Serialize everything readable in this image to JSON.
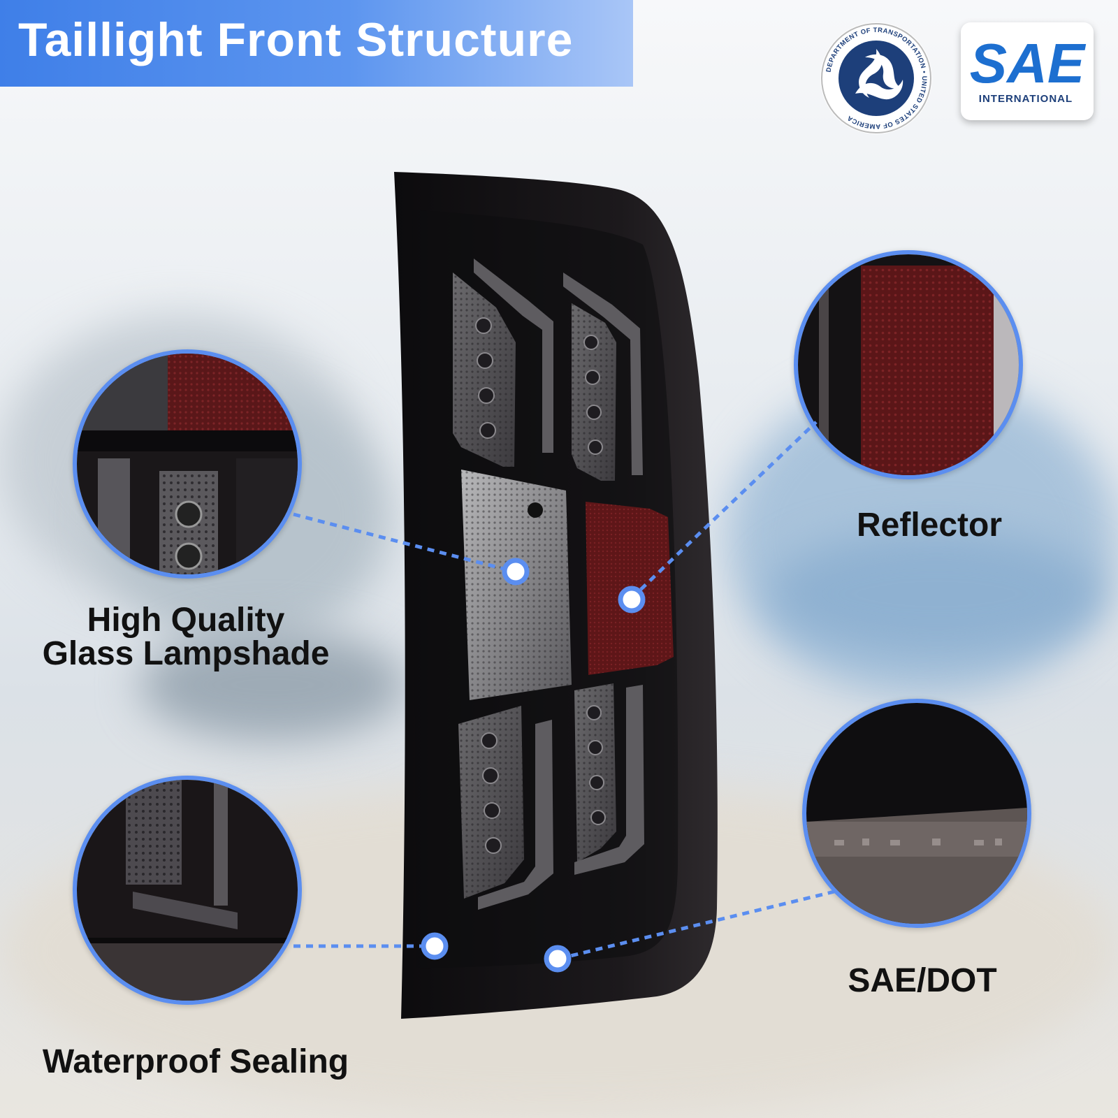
{
  "title": "Taillight Front Structure",
  "badges": {
    "dot_ring_text": "DEPARTMENT OF TRANSPORTATION • UNITED STATES OF AMERICA",
    "sae_text": "SAE",
    "sae_sub": "INTERNATIONAL"
  },
  "features": {
    "glass": {
      "line1": "High Quality",
      "line2": "Glass Lampshade"
    },
    "reflector": {
      "label": "Reflector"
    },
    "sealing": {
      "label": "Waterproof Sealing"
    },
    "certification": {
      "label": "SAE/DOT"
    }
  },
  "colors": {
    "accent": "#5b8ef0",
    "title_bg": "#4a86ec",
    "housing": "#141214",
    "reflector_red": "#6b1a1c"
  }
}
